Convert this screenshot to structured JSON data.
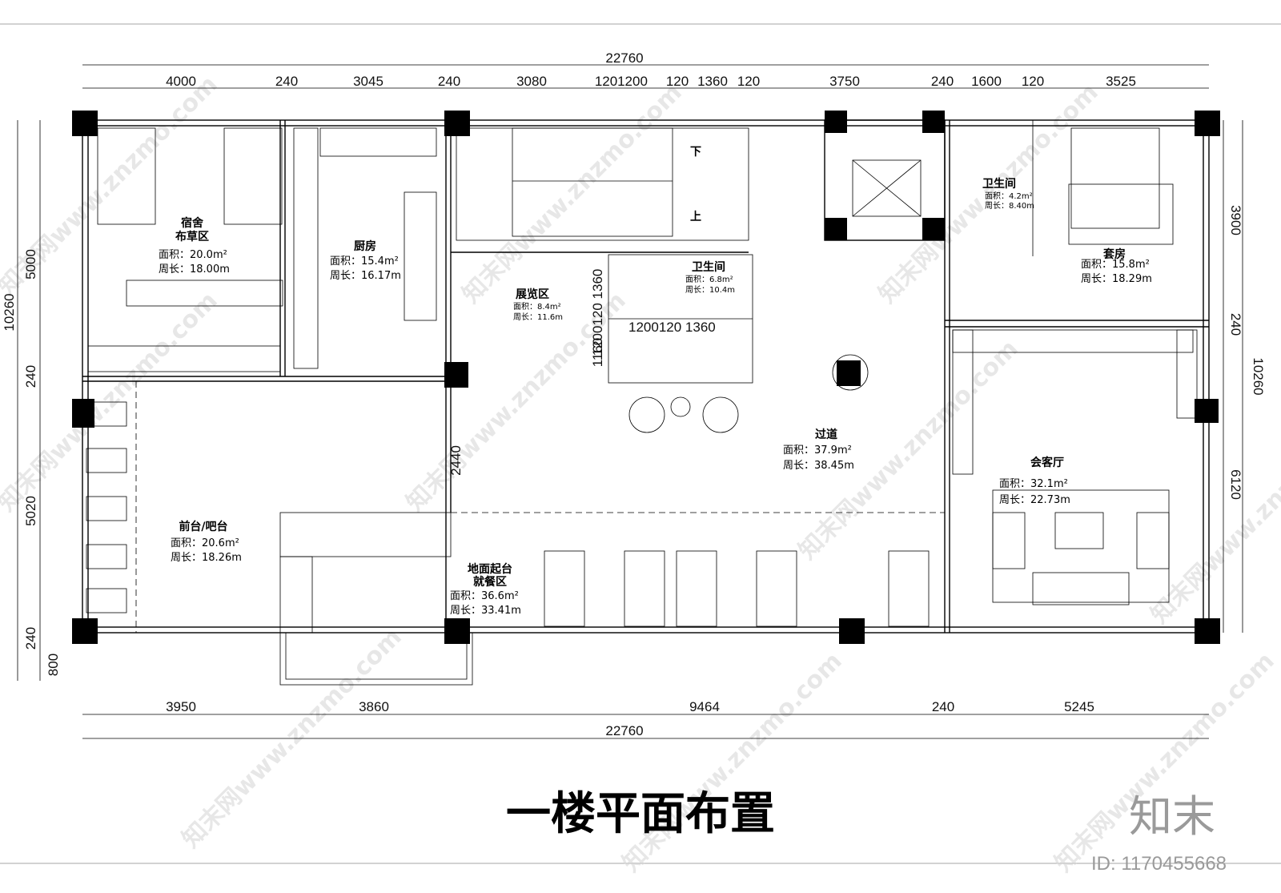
{
  "title": "一楼平面布置",
  "brand_logo": "知末",
  "id_text": "ID: 1170455668",
  "watermark": "知末网www.znzmo.com",
  "dimensions": {
    "top_total": "22760",
    "top_segments": [
      "4000",
      "240",
      "3045",
      "240",
      "3080",
      "120",
      "1200",
      "120",
      "1360",
      "120",
      "3750",
      "240",
      "1600",
      "120",
      "3525"
    ],
    "bottom_segments": [
      "3950",
      "3860",
      "9464",
      "240",
      "5245"
    ],
    "bottom_total": "22760",
    "left_total": "10260",
    "left_segments": [
      "5000",
      "240",
      "5020",
      "240",
      "800"
    ],
    "right_total": "10260",
    "right_segments": [
      "3900",
      "240",
      "6120"
    ],
    "interior": {
      "corridor_2440": "2440",
      "wc_1160": "1160",
      "wc_width": "1200120 1360",
      "wc_vertical": "1200120 1360"
    }
  },
  "rooms": {
    "dorm": {
      "name_line1": "宿舍",
      "name_line2": "布草区",
      "area": "面积：20.0m²",
      "perimeter": "周长：18.00m"
    },
    "kitchen": {
      "name": "厨房",
      "area": "面积：15.4m²",
      "perimeter": "周长：16.17m"
    },
    "exhibit": {
      "name": "展览区",
      "area": "面积：8.4m²",
      "perimeter": "周长：11.6m"
    },
    "wc_mid": {
      "name": "卫生间",
      "area": "面积：6.8m²",
      "perimeter": "周长：10.4m"
    },
    "wc_right": {
      "name": "卫生间",
      "area": "面积：4.2m²",
      "perimeter": "周长：8.40m"
    },
    "suite": {
      "name": "套房",
      "area": "面积：15.8m²",
      "perimeter": "周长：18.29m"
    },
    "corridor": {
      "name": "过道",
      "area": "面积：37.9m²",
      "perimeter": "周长：38.45m"
    },
    "reception": {
      "name": "会客厅",
      "area": "面积：32.1m²",
      "perimeter": "周长：22.73m"
    },
    "front_desk": {
      "name": "前台/吧台",
      "area": "面积：20.6m²",
      "perimeter": "周长：18.26m"
    },
    "dining": {
      "name_line1": "地面起台",
      "name_line2": "就餐区",
      "area": "面积：36.6m²",
      "perimeter": "周长：33.41m"
    }
  },
  "stair_labels": {
    "down": "下",
    "up": "上"
  }
}
